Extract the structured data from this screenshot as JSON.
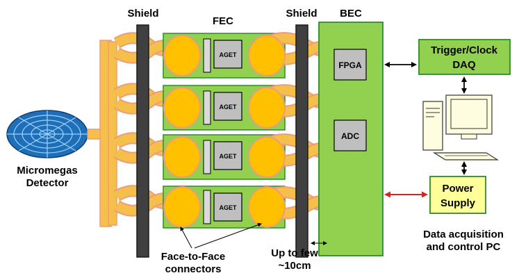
{
  "labels": {
    "shield_left": "Shield",
    "shield_right": "Shield",
    "fec": "FEC",
    "bec": "BEC",
    "detector_line1": "Micromegas",
    "detector_line2": "Detector",
    "connectors_line1": "Face-to-Face",
    "connectors_line2": "connectors",
    "distance_line1": "Up to few",
    "distance_line2": "~10cm",
    "pc_line1": "Data acquisition",
    "pc_line2": "and control PC"
  },
  "chips": {
    "aget": [
      "AGET",
      "AGET",
      "AGET",
      "AGET"
    ],
    "fpga": "FPGA",
    "adc": "ADC"
  },
  "boxes": {
    "trigger_line1": "Trigger/Clock",
    "trigger_line2": "DAQ",
    "power_line1": "Power",
    "power_line2": "Supply"
  },
  "colors": {
    "board_green": "#92d050",
    "board_border": "#2e8b2e",
    "cable_orange": "#f5c04a",
    "cable_outline": "#ee9a7e",
    "connector_fill": "#ffc000",
    "shield_gray": "#404040",
    "chip_gray": "#bfbfbf",
    "detector_blue": "#1e6fb8",
    "power_yellow": "#ffff99",
    "red_arrow": "#e02020"
  }
}
